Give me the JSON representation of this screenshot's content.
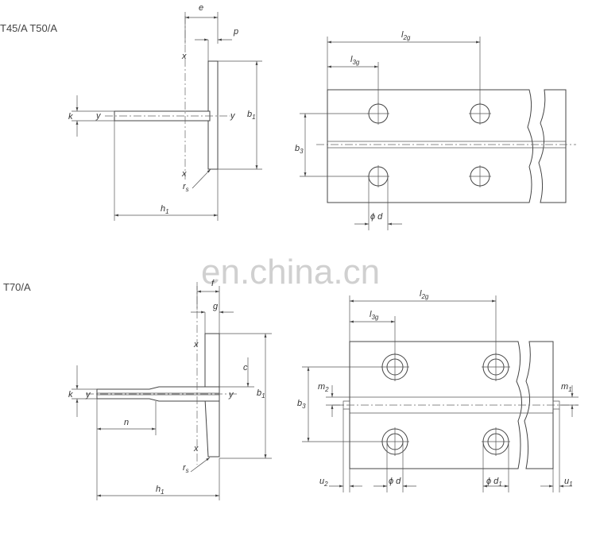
{
  "titles": {
    "top": "T45/A  T50/A",
    "bottom": "T70/A"
  },
  "watermark": "en.china.cn",
  "top_section": {
    "e": "e",
    "p": "p",
    "x_top": "x",
    "x_bottom": "x",
    "y_left": "y",
    "y_right": "y",
    "k": "k",
    "b1": "b",
    "b1_sub": "1",
    "rs": "r",
    "rs_sub": "s",
    "h1": "h",
    "h1_sub": "1",
    "l2g": "l",
    "l2g_sub": "2g",
    "l3g": "l",
    "l3g_sub": "3g",
    "b3": "b",
    "b3_sub": "3",
    "d": "ϕ d"
  },
  "bottom_section": {
    "f": "f",
    "g": "g",
    "x_top": "x",
    "x_bottom": "x",
    "y_left": "y",
    "y_right": "y",
    "c": "c",
    "k": "k",
    "b1": "b",
    "b1_sub": "1",
    "n": "n",
    "rs": "r",
    "rs_sub": "s",
    "h1": "h",
    "h1_sub": "1",
    "l2g": "l",
    "l2g_sub": "2g",
    "l3g": "l",
    "l3g_sub": "3g",
    "b3": "b",
    "b3_sub": "3",
    "m2": "m",
    "m2_sub": "2",
    "m1": "m",
    "m1_sub": "1",
    "u2": "u",
    "u2_sub": "2",
    "u1": "u",
    "u1_sub": "1",
    "d": "ϕ d",
    "d1": "ϕ d",
    "d1_sub": "1"
  }
}
